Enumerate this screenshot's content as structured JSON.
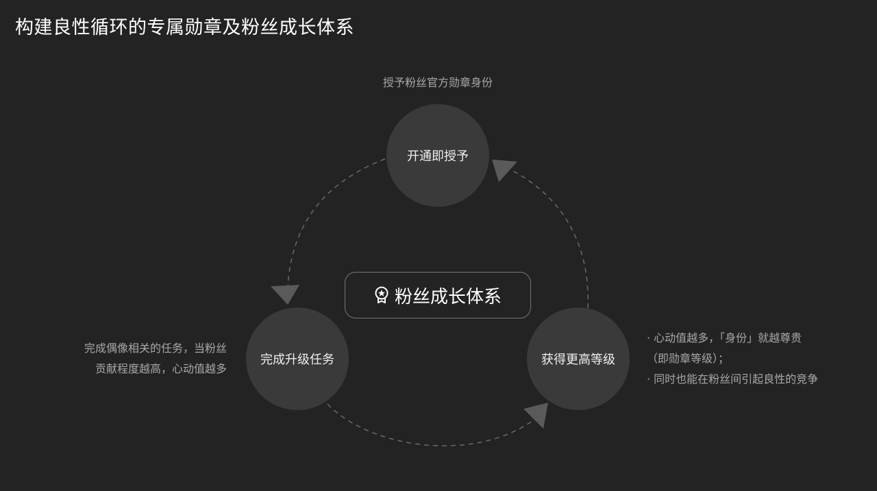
{
  "title": "构建良性循环的专属勋章及粉丝成长体系",
  "center": {
    "label": "粉丝成长体系",
    "icon": "medal-icon"
  },
  "nodes": {
    "top": {
      "label": "开通即授予",
      "caption": "授予粉丝官方勋章身份"
    },
    "left": {
      "label": "完成升级任务",
      "caption": [
        "完成偶像相关的任务，当粉丝",
        "贡献程度越高，心动值越多"
      ]
    },
    "right": {
      "label": "获得更高等级",
      "caption": [
        "· 心动值越多，「身份」就越尊贵",
        "（即勋章等级）；",
        "· 同时也能在粉丝间引起良性的竞争"
      ]
    }
  },
  "colors": {
    "background": "#232323",
    "node": "#3a3a3a",
    "arrow": "#5a5a5a",
    "dash": "#6a6a6a"
  }
}
